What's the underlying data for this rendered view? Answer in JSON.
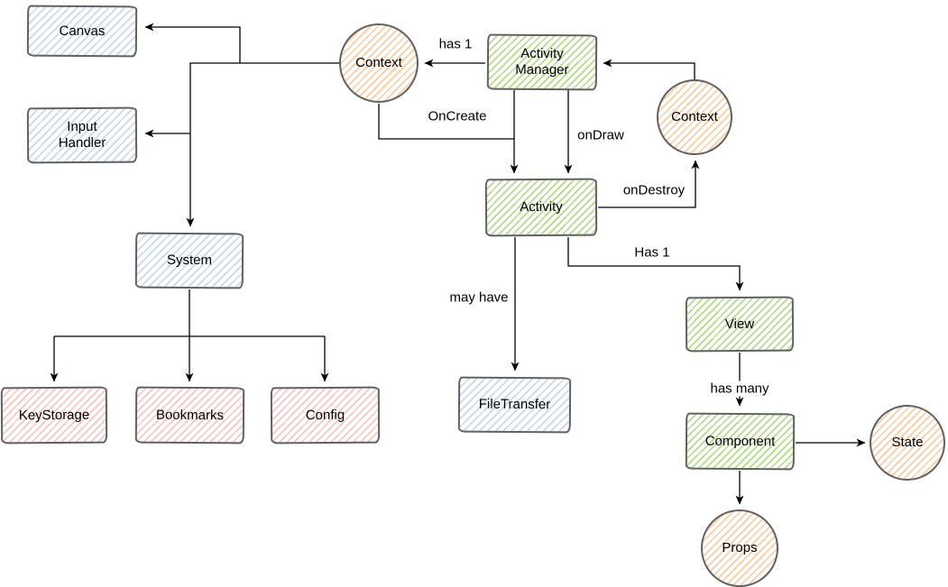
{
  "nodes": {
    "canvas": "Canvas",
    "input_handler": "Input\nHandler",
    "system": "System",
    "keystorage": "KeyStorage",
    "bookmarks": "Bookmarks",
    "config": "Config",
    "context_left": "Context",
    "activity_manager": "Activity\nManager",
    "context_right": "Context",
    "activity": "Activity",
    "filetransfer": "FileTransfer",
    "view": "View",
    "component": "Component",
    "state": "State",
    "props": "Props"
  },
  "labels": {
    "has_1_top": "has 1",
    "oncreate": "OnCreate",
    "ondraw": "onDraw",
    "ondestroy": "onDestroy",
    "may_have": "may have",
    "has_1_bottom": "Has 1",
    "has_many": "has many"
  },
  "colors": {
    "node_border": "#616161",
    "edge_line": "#000000",
    "hatch_blue": "#c5d8ee",
    "hatch_green": "#b5da8a",
    "hatch_orange": "#f8cda3",
    "hatch_pink": "#f8c6c1",
    "text": "#000000",
    "background": "#ffffff"
  }
}
